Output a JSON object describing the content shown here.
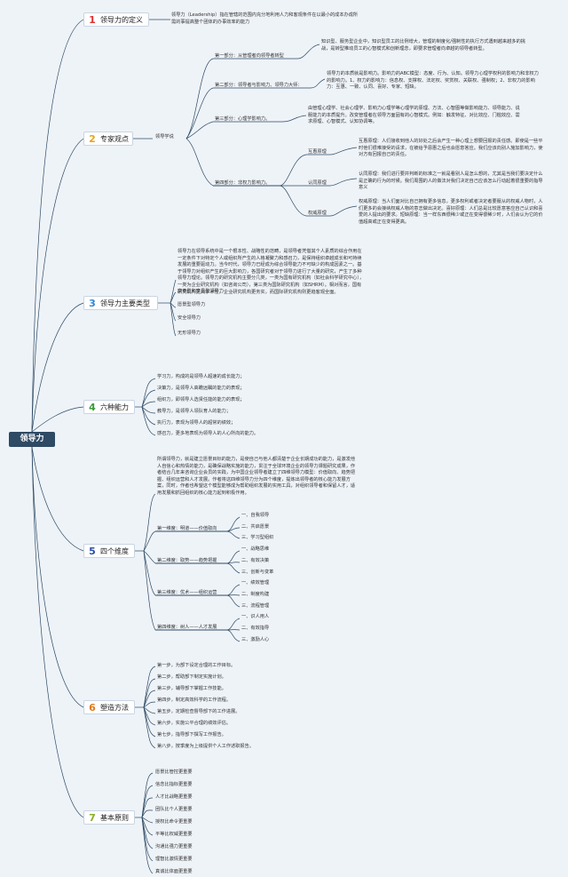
{
  "root": "领导力",
  "branches": [
    {
      "num": "1",
      "title": "领导力的定义",
      "color": "#e03030"
    },
    {
      "num": "2",
      "title": "专家观点",
      "color": "#e8a417"
    },
    {
      "num": "3",
      "title": "领导力主要类型",
      "color": "#2e86d6"
    },
    {
      "num": "4",
      "title": "六种能力",
      "color": "#3b9a3b"
    },
    {
      "num": "5",
      "title": "四个维度",
      "color": "#2a4fa8"
    },
    {
      "num": "6",
      "title": "塑造方法",
      "color": "#e07a1a"
    },
    {
      "num": "7",
      "title": "基本原则",
      "color": "#8ab02a"
    }
  ],
  "definition": "领导力（Leadership）指在管辖的范围内充分地利用人力和客观条件在以最小的成本办成所需的事提高整个团体的办事效率的能力",
  "expert": {
    "title": "领导学说",
    "part1": {
      "label": "第一部分：从管理者向领导者转型",
      "text": "知识型、服务型企业中，知识型员工的比例增大，管理的制度化/强制性的执行方式遇到越来越多的挑战，是转型推动员工的心智模式和创新理念，即要求管理者向卓越的领导者转型。"
    },
    "part2": {
      "label": "第二部分：领导者与影响力、领导力大师：",
      "text": "领导力的本质就是影响力。影响力的ABC模型：态度、行为、认知。领导力心理学权利的影响力和非权力的影响力。1、权力的影响力：信息权、支撑权、法定权、奖赏权、关联权、强制权；2、非权力的影响力：互惠、一致、认同、喜好、专家、短缺。"
    },
    "part3": {
      "label": "第三部分：心理学影响力。",
      "text": "由管理心理学、社会心理学、影响力心理学等心理学的原理、方法、心智图等做影响能力、领导能力、说服能力的本质提升。改变管理者在领导方面固有的心智模式。例如：触发特征、对比效应、门槛效应、需求原理、心智模式、认知协调等。"
    },
    "part4": {
      "label": "第四部分：非权力影响力。",
      "items": [
        {
          "label": "互惠原理",
          "text": "互惠原理：人们接收到他人的好处之后会产生一种心理上想要回报的责任感。即使是一些平时他们很难接受的请求，在被给予恩惠之后也会愿意答应。我们应该向别人施加影响力，使对方有回报自己的责任。"
        },
        {
          "label": "认同原理",
          "text": "认同原理：我们进行要并判断的标准之一就是看别人是怎么想的，尤其是当我们要决定什么是正确的行为的时候。我们周围的人的做法对我们决定自己应该怎么行动起着很重要的指导意义"
        },
        {
          "label": "权威原理",
          "text": "权威原理：当人们面对比自己拥有更多信息，更多权利或者决定者要服从的权威人物时，人们更多的会接纳权威人物的意志做出决定。喜好原理：人们总是比较愿意答应自己认识和喜爱的人提出的要求。短缺原理：当一样东西很稀少或正在变得很稀少时，人们会认为它的价值超高或正在变得更高。"
        }
      ]
    }
  },
  "types": {
    "intro": "领导力在领导系统中是一个根本性、战略性的范畴，是领导者凭借其个人素质的综合作用在一定条件下对特定个人或组织所产生的人格凝聚力和感召力，是保持组织卓越成长和可持续发展的重要驱动力。当今时代，领导力已经成为综合领导能力不可缺少的构成因素之一。基于领导力对组织产生的巨大影响力，各国研究者对于领导力进行了大量的研究，产生了多种领导力理论。领导力的研究机构主要分几类，一类为国有研究机构（如社会科学研究中心），一类为企业研究机构（如咨询公司），第三类为国际研究机构（如SHRM）。相对而言，国有研究机构更具学术性，企业研究机构更务实，而国际研究机构则更趋客观全面。",
    "items": [
      "变革型和交易型领导力",
      "愿景型领导力",
      "安全领导力",
      "无形领导力"
    ]
  },
  "abilities": [
    "学习力，构成的是领导人超速的成长能力；",
    "决策力，是领导人高瞻远瞩的能力的表现；",
    "组织力，即领导人选贤任能的能力的表现；",
    "教导力，是领导人领队育人的能力；",
    "执行力，表现为领导人的超常的绩效；",
    "感召力，更多地表现为领导人的人心所向的能力。"
  ],
  "dimensions": {
    "intro": "所谓领导力，就是建立愿景目标的能力，是使自己与他人都清楚于企业长期成功的能力，是激发他人自信心和热情的能力，是确保战略实施的能力，贯注于全球环境企业的领导力课题研究成果，作者结合几年来咨询企业会员的实践，为中国企业领导者建立了四维领导力模型：价值取向、趋势把握、组织运营和人才发展。作者将这四维领导力分为四个维度，提炼出领导者的核心能力发展方案，同时，作者也希望这个模型能够成为帮助组织发展的实用工具，对组织领导者和保留人才，适用发展和抓回组织的核心能力起到积极作用。",
    "items": [
      {
        "label": "第一维度：明道——价值取向",
        "subs": [
          "一、自我领导",
          "二、共启愿景",
          "三、学习型组织"
        ]
      },
      {
        "label": "第二维度：取势——趋势把握",
        "subs": [
          "一、战略思维",
          "二、有效决策",
          "三、创新与变革"
        ]
      },
      {
        "label": "第三维度：优术——组织运营",
        "subs": [
          "一、绩效管理",
          "二、制度构建",
          "三、流程管理"
        ]
      },
      {
        "label": "第四维度：树人——人才发展",
        "subs": [
          "一、识人用人",
          "二、有效指导",
          "三、激励人心"
        ]
      }
    ]
  },
  "methods": [
    "第一步，为部下设定合理的工作目标。",
    "第二步，帮助部下制定实施计划。",
    "第三步，辅导部下掌握工作技能。",
    "第四步，制定高效科学的工作流程。",
    "第五步，定期检查督导部下的工作进展。",
    "第六步，实施公平合理的绩效评估。",
    "第七步，指导部下撰写工作报告。",
    "第八步，按季度为上级提供个人工作述职报告。"
  ],
  "principles": [
    "愿景比管控更重要",
    "信念比指标更重要",
    "人才比战略更重要",
    "团队比个人更重要",
    "授权比命令更重要",
    "平等比权威更重要",
    "沟通比强力更重要",
    "理智比激情更重要",
    "真诚比体面更重要"
  ]
}
